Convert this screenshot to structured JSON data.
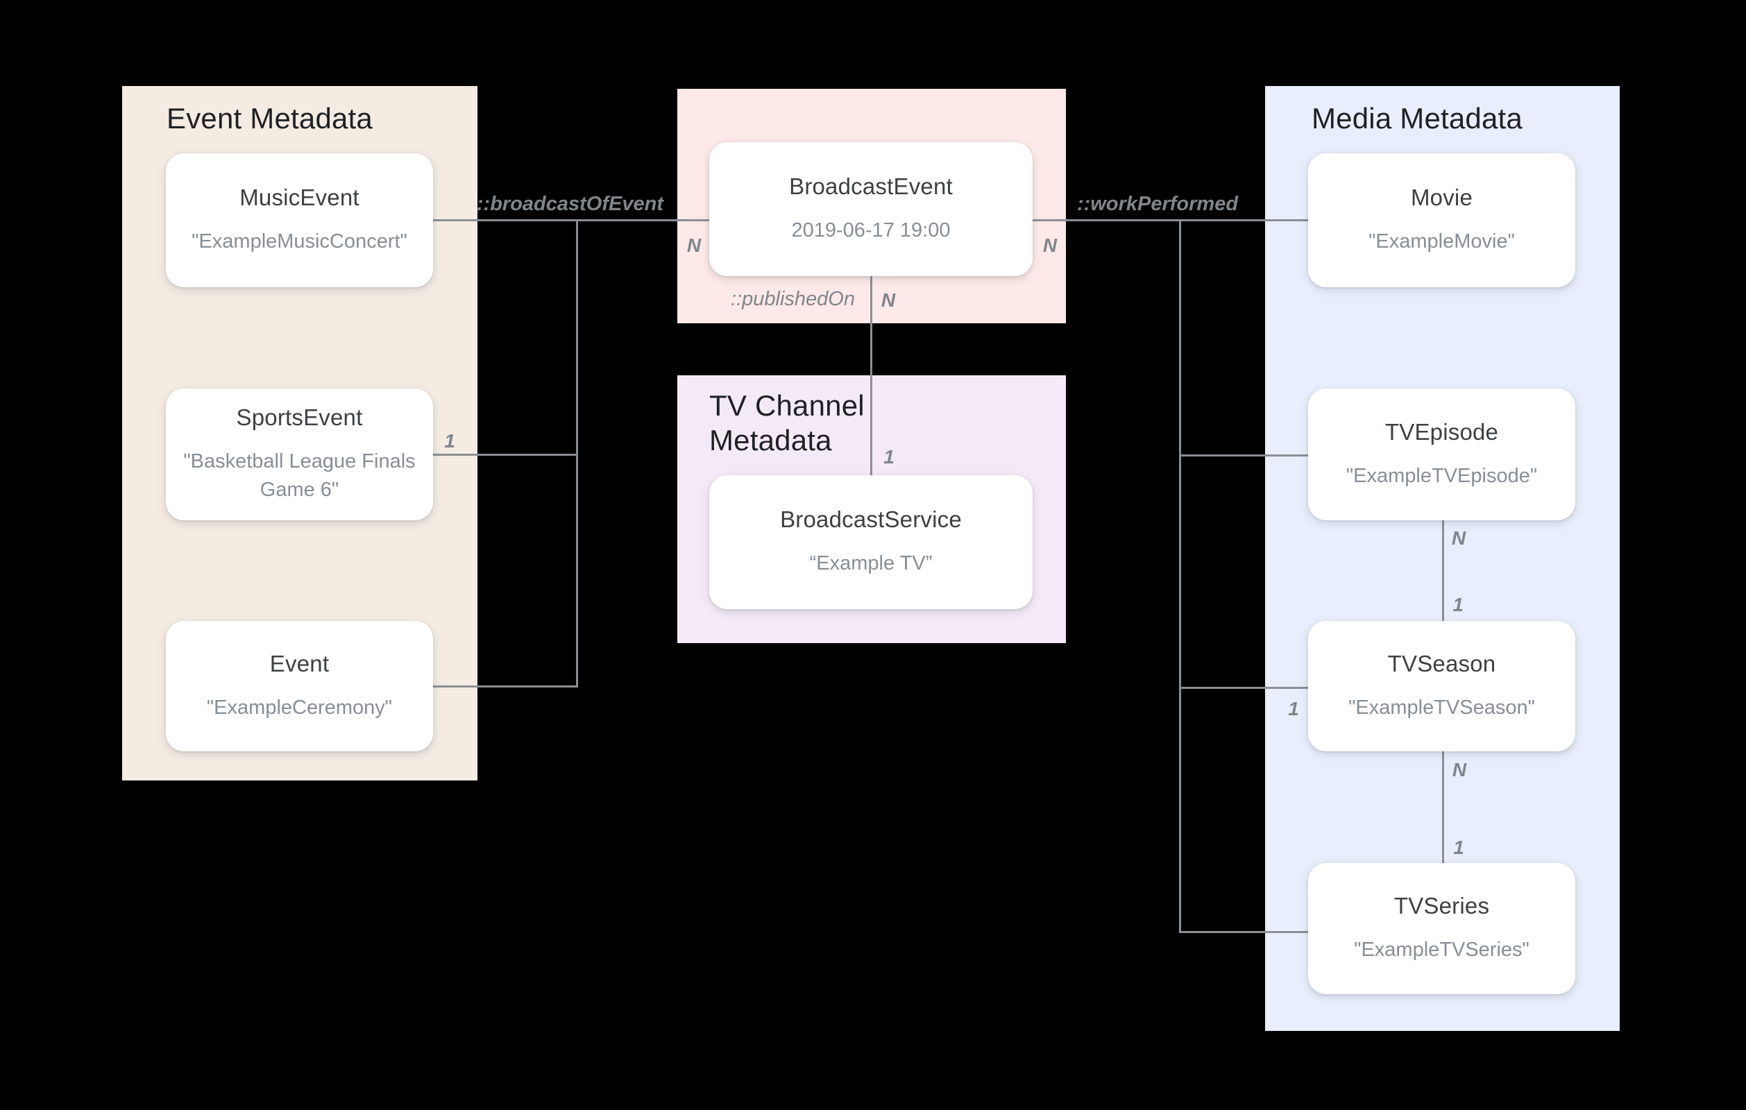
{
  "diagram": {
    "panels": {
      "event": {
        "title": "Event Metadata",
        "color": "#F4EBE3"
      },
      "broadcast_event": {
        "color": "#FCE9E8"
      },
      "tv_channel": {
        "title": "TV Channel Metadata",
        "color": "#F4EAF7"
      },
      "media": {
        "title": "Media Metadata",
        "color": "#E8EEFC"
      }
    },
    "nodes": {
      "music_event": {
        "title": "MusicEvent",
        "value": "\"ExampleMusicConcert\""
      },
      "sports_event": {
        "title": "SportsEvent",
        "value": "\"Basketball League Finals Game 6\""
      },
      "event": {
        "title": "Event",
        "value": "\"ExampleCeremony\""
      },
      "broadcast_event": {
        "title": "BroadcastEvent",
        "value": "2019-06-17 19:00"
      },
      "broadcast_service": {
        "title": "BroadcastService",
        "value": "“Example TV”"
      },
      "movie": {
        "title": "Movie",
        "value": "\"ExampleMovie\""
      },
      "tv_episode": {
        "title": "TVEpisode",
        "value": "\"ExampleTVEpisode\""
      },
      "tv_season": {
        "title": "TVSeason",
        "value": "\"ExampleTVSeason\""
      },
      "tv_series": {
        "title": "TVSeries",
        "value": "\"ExampleTVSeries\""
      }
    },
    "relations": {
      "broadcast_of_event": "::broadcastOfEvent",
      "work_performed": "::workPerformed",
      "published_on": "::publishedOn"
    },
    "cardinalities": {
      "broadcast_left_n": "N",
      "broadcast_right_n": "N",
      "published_on_n": "N",
      "published_on_1": "1",
      "sports_event_1": "1",
      "tv_season_left_1": "1",
      "episode_season_n": "N",
      "episode_season_1": "1",
      "season_series_n": "N",
      "season_series_1": "1"
    },
    "colors": {
      "background": "#000000",
      "connector": "#8A8F94",
      "node_title": "#3C4043",
      "node_value": "#868E96",
      "label": "#7F868C",
      "heading": "#202124"
    }
  }
}
